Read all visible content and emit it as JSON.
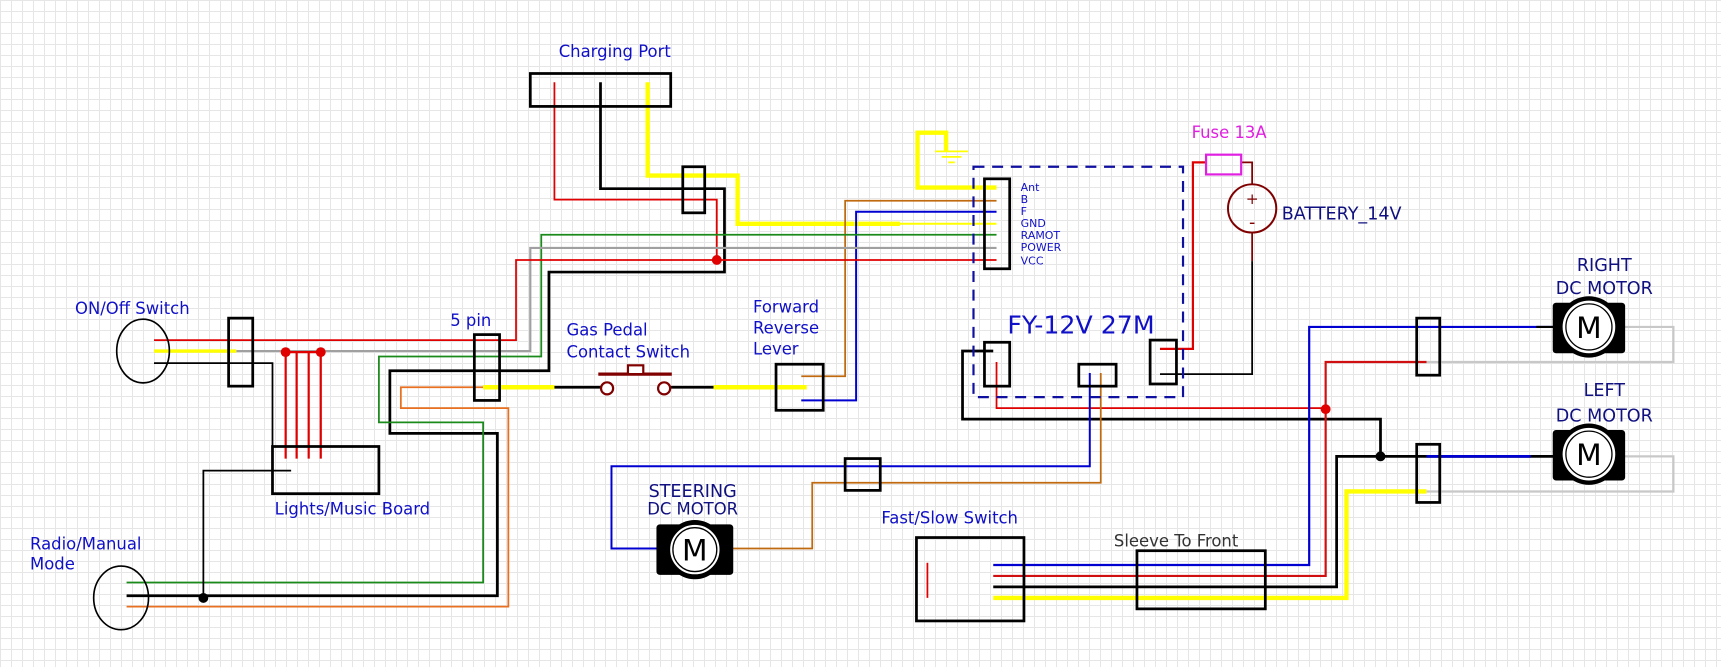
{
  "labels": {
    "charging_port": "Charging Port",
    "on_off_switch": "ON/Off Switch",
    "five_pin": "5 pin",
    "gas_pedal_1": "Gas Pedal",
    "gas_pedal_2": "Contact Switch",
    "lever_1": "Forward",
    "lever_2": "Reverse",
    "lever_3": "Lever",
    "lights_board": "Lights/Music Board",
    "radio_1": "Radio/Manual",
    "radio_2": "Mode",
    "steering_1": "STEERING",
    "steering_2": "DC MOTOR",
    "fast_slow": "Fast/Slow Switch",
    "sleeve": "Sleeve To Front",
    "module": "FY-12V 27M",
    "fuse": "Fuse 13A",
    "battery": "BATTERY_14V",
    "right_motor_1": "RIGHT",
    "right_motor_2": "DC MOTOR",
    "left_motor_1": "LEFT",
    "left_motor_2": "DC MOTOR",
    "motor_symbol": "M",
    "battery_plus": "+",
    "battery_minus": "-"
  },
  "module_pins": [
    "Ant",
    "B",
    "F",
    "GND",
    "RAMOT",
    "POWER",
    "VCC"
  ],
  "colors": {
    "label": "#1010c8",
    "fuse": "#e020e0",
    "red": "#e00000",
    "black": "#000000",
    "yellow": "#ffff00",
    "green": "#1a8a1a",
    "gray": "#a0a0a0",
    "blue": "#0000d0",
    "orange": "#e87020",
    "brown": "#c06a10",
    "battery": "#800000"
  }
}
